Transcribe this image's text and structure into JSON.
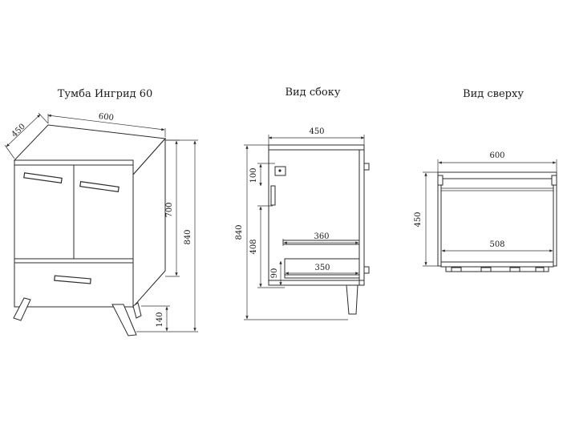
{
  "titles": {
    "front": "Тумба Ингрид 60",
    "side": "Вид сбоку",
    "top": "Вид сверху"
  },
  "front_dims": {
    "depth": "450",
    "width": "600",
    "body_height": "700",
    "total_height": "840",
    "leg_height": "140"
  },
  "side_dims": {
    "depth": "450",
    "total_height": "840",
    "offset_top": "100",
    "shelf_height": "408",
    "bottom_height": "90",
    "shelf_depth": "360",
    "drawer_depth": "350"
  },
  "top_dims": {
    "width": "600",
    "depth": "450",
    "inner_width": "508"
  }
}
